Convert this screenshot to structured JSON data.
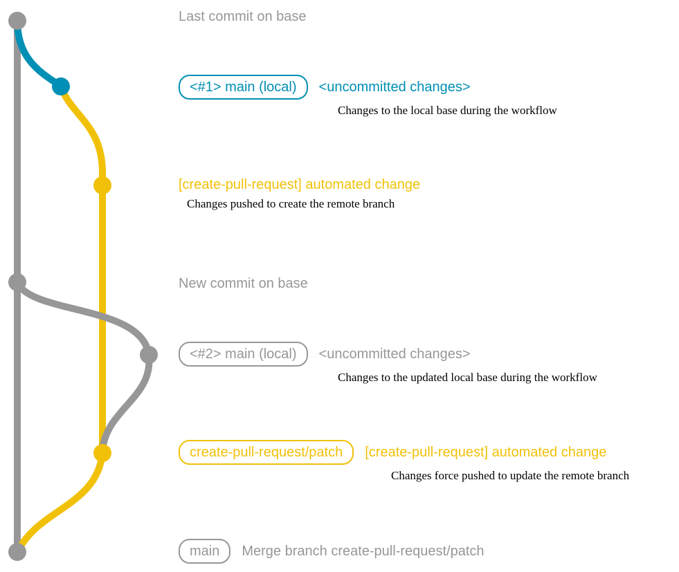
{
  "colors": {
    "gray": "#979797",
    "blue": "#008fb5",
    "yellow": "#f1c109"
  },
  "annotations": {
    "last_commit": {
      "title": "Last commit on base"
    },
    "main_local_1": {
      "badge": "<#1> main (local)",
      "message": "<uncommitted changes>",
      "note": "Changes to the local base during the workflow"
    },
    "automated_change_1": {
      "message": "[create-pull-request] automated change",
      "note": "Changes pushed to create the remote branch"
    },
    "new_commit": {
      "title": "New commit on base"
    },
    "main_local_2": {
      "badge": "<#2> main (local)",
      "message": "<uncommitted changes>",
      "note": "Changes to the updated local base during the workflow"
    },
    "patch_branch": {
      "badge": "create-pull-request/patch",
      "message": "[create-pull-request] automated change",
      "note": "Changes force pushed to update the remote branch"
    },
    "merge": {
      "badge": "main",
      "message": "Merge branch create-pull-request/patch"
    }
  }
}
